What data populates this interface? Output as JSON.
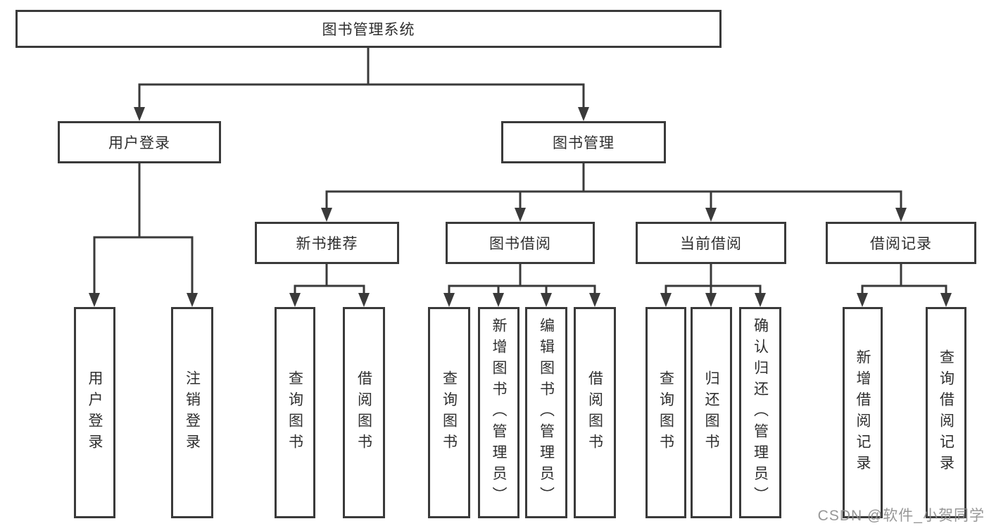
{
  "tree": {
    "root": {
      "label": "图书管理系统"
    },
    "children": [
      {
        "label": "用户登录",
        "children": [
          {
            "label": "用户登录"
          },
          {
            "label": "注销登录"
          }
        ]
      },
      {
        "label": "图书管理",
        "children": [
          {
            "label": "新书推荐",
            "children": [
              {
                "label": "查询图书"
              },
              {
                "label": "借阅图书"
              }
            ]
          },
          {
            "label": "图书借阅",
            "children": [
              {
                "label": "查询图书"
              },
              {
                "label": "新增图书（管理员）"
              },
              {
                "label": "编辑图书（管理员）"
              },
              {
                "label": "借阅图书"
              }
            ]
          },
          {
            "label": "当前借阅",
            "children": [
              {
                "label": "查询图书"
              },
              {
                "label": "归还图书"
              },
              {
                "label": "确认归还（管理员）"
              }
            ]
          },
          {
            "label": "借阅记录",
            "children": [
              {
                "label": "新增借阅记录"
              },
              {
                "label": "查询借阅记录"
              }
            ]
          }
        ]
      }
    ]
  },
  "watermark": {
    "text": "CSDN @软件_小贺同学"
  },
  "colors": {
    "line": "#3a3a3a",
    "box_border": "#3a3a3a",
    "text": "#2f2f2f",
    "background": "#ffffff",
    "watermark": "#8c8c8c"
  }
}
